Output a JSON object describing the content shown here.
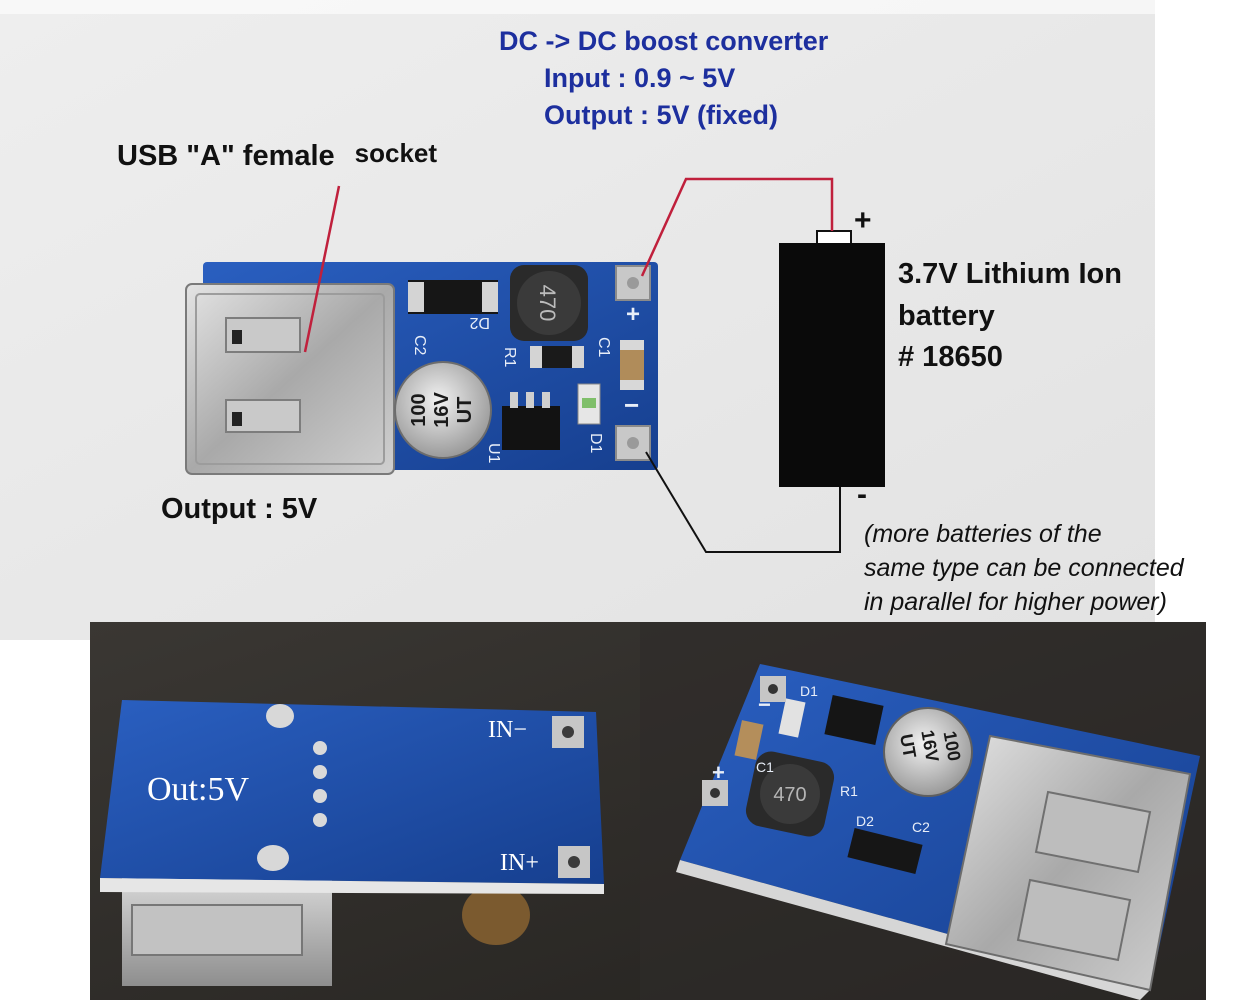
{
  "header": {
    "title": "DC -> DC boost converter",
    "input_spec": "Input : 0.9 ~ 5V",
    "output_spec": "Output : 5V  (fixed)"
  },
  "labels": {
    "usb_socket_bold": "USB \"A\" female",
    "usb_socket_suffix": "socket",
    "output": "Output : 5V",
    "battery_line1": "3.7V Lithium Ion",
    "battery_line2": "battery",
    "battery_line3": "# 18650",
    "battery_plus": "+",
    "battery_minus": "-",
    "note_line1": "(more batteries of the",
    "note_line2": "same type can be connected",
    "note_line3": "in parallel for higher power)"
  },
  "board_top": {
    "pad_plus": "+",
    "pad_minus": "−",
    "inductor": "470",
    "capacitor_line1": "100",
    "capacitor_line2": "16V",
    "capacitor_line3": "UT",
    "ref_c2": "C2",
    "ref_d2": "D2",
    "ref_r1": "R1",
    "ref_c1": "C1",
    "ref_u1": "U1",
    "ref_d1": "D1"
  },
  "board_back": {
    "out_label": "Out:5V",
    "in_minus": "IN−",
    "in_plus": "IN+"
  },
  "board_angled": {
    "inductor": "470",
    "capacitor_line1": "100",
    "capacitor_line2": "16V",
    "capacitor_line3": "UT",
    "ref_d1": "D1",
    "ref_c1": "C1",
    "ref_r1": "R1",
    "ref_c2": "C2",
    "ref_d2": "D2",
    "pad_minus": "−",
    "pad_plus": "+"
  },
  "colors": {
    "pcb_blue": "#1d4fa8",
    "label_blue": "#1d2f9e",
    "wire_red": "#c0203c",
    "wire_black": "#111111",
    "battery": "#0a0a0a",
    "photo_bg_dark": "#2e2b28"
  }
}
